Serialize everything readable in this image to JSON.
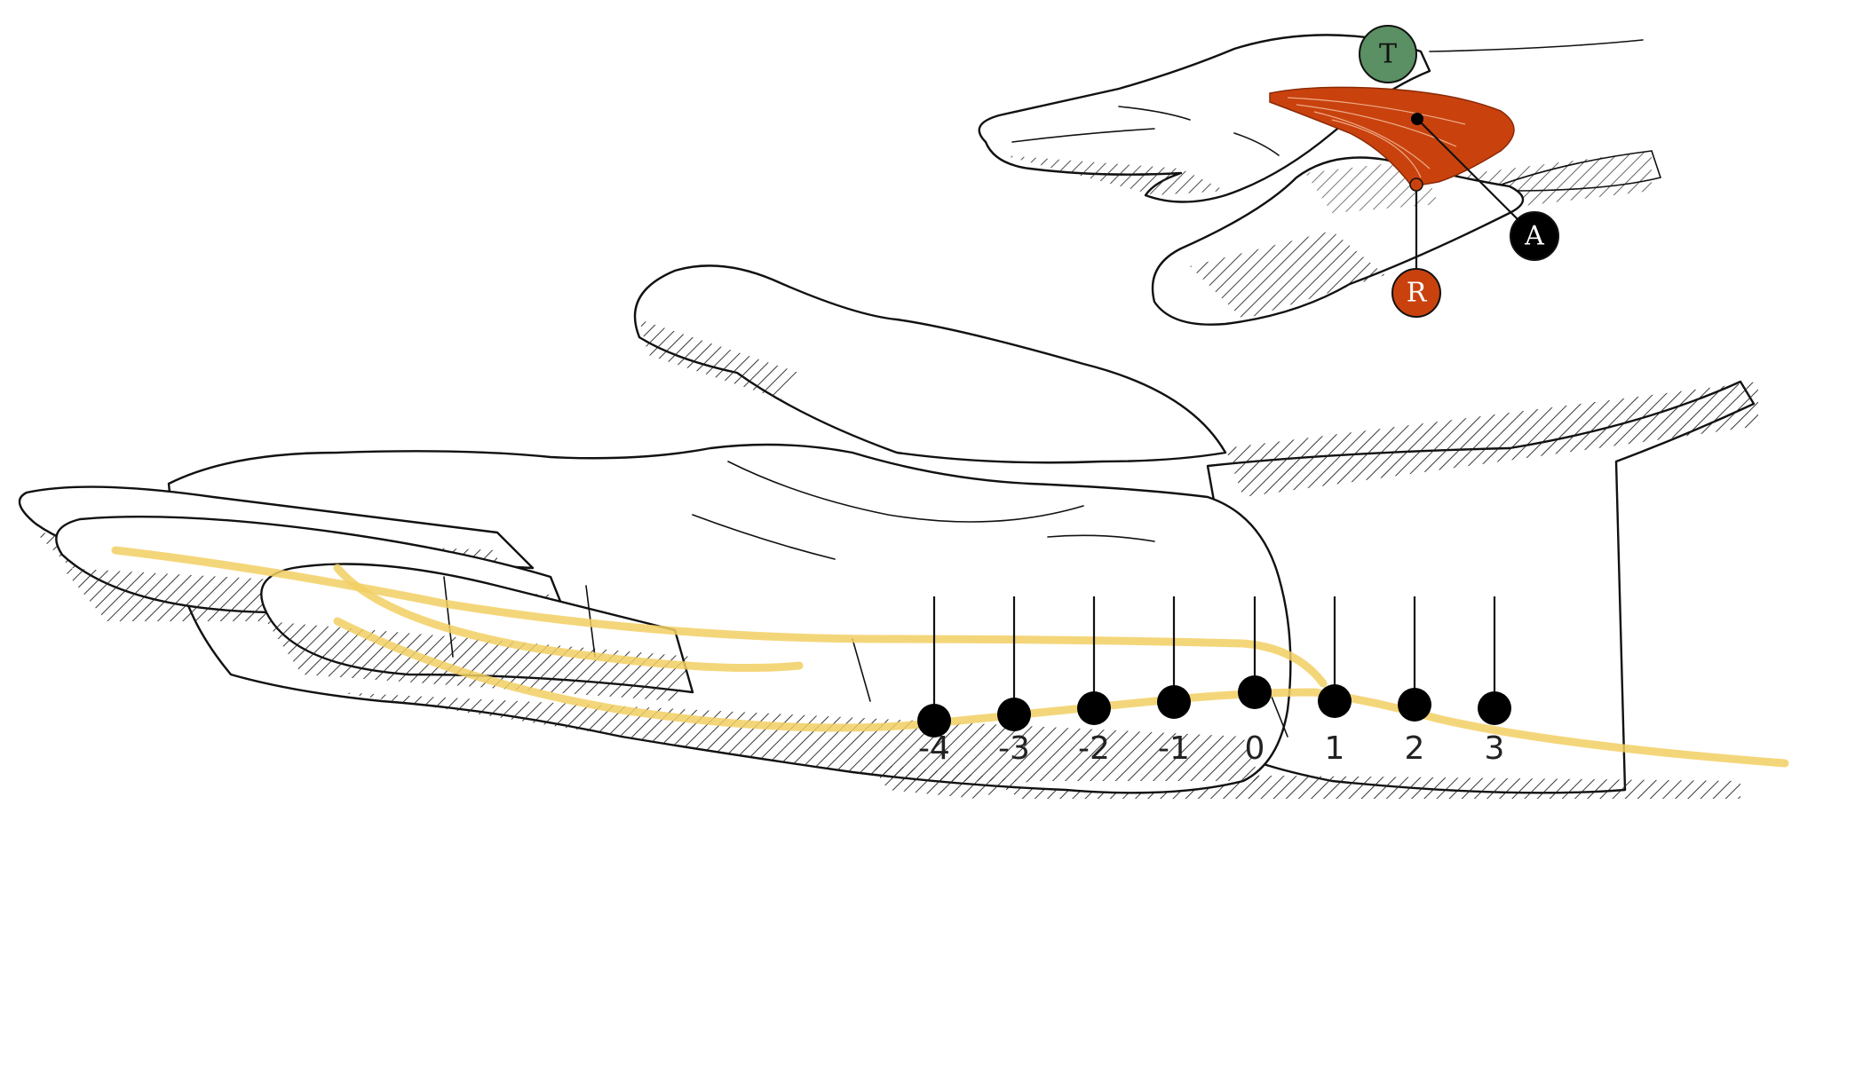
{
  "markers": {
    "thenar": {
      "label": "T",
      "color": "#5b8f64"
    },
    "active": {
      "label": "A",
      "color": "#000000"
    },
    "reference": {
      "label": "R",
      "color": "#c9420e"
    }
  },
  "muscle_color": "#c9420e",
  "nerve_color": "#f2cf63",
  "stimulation_points": [
    {
      "label": "-4"
    },
    {
      "label": "-3"
    },
    {
      "label": "-2"
    },
    {
      "label": "-1"
    },
    {
      "label": "0"
    },
    {
      "label": "1"
    },
    {
      "label": "2"
    },
    {
      "label": "3"
    }
  ]
}
